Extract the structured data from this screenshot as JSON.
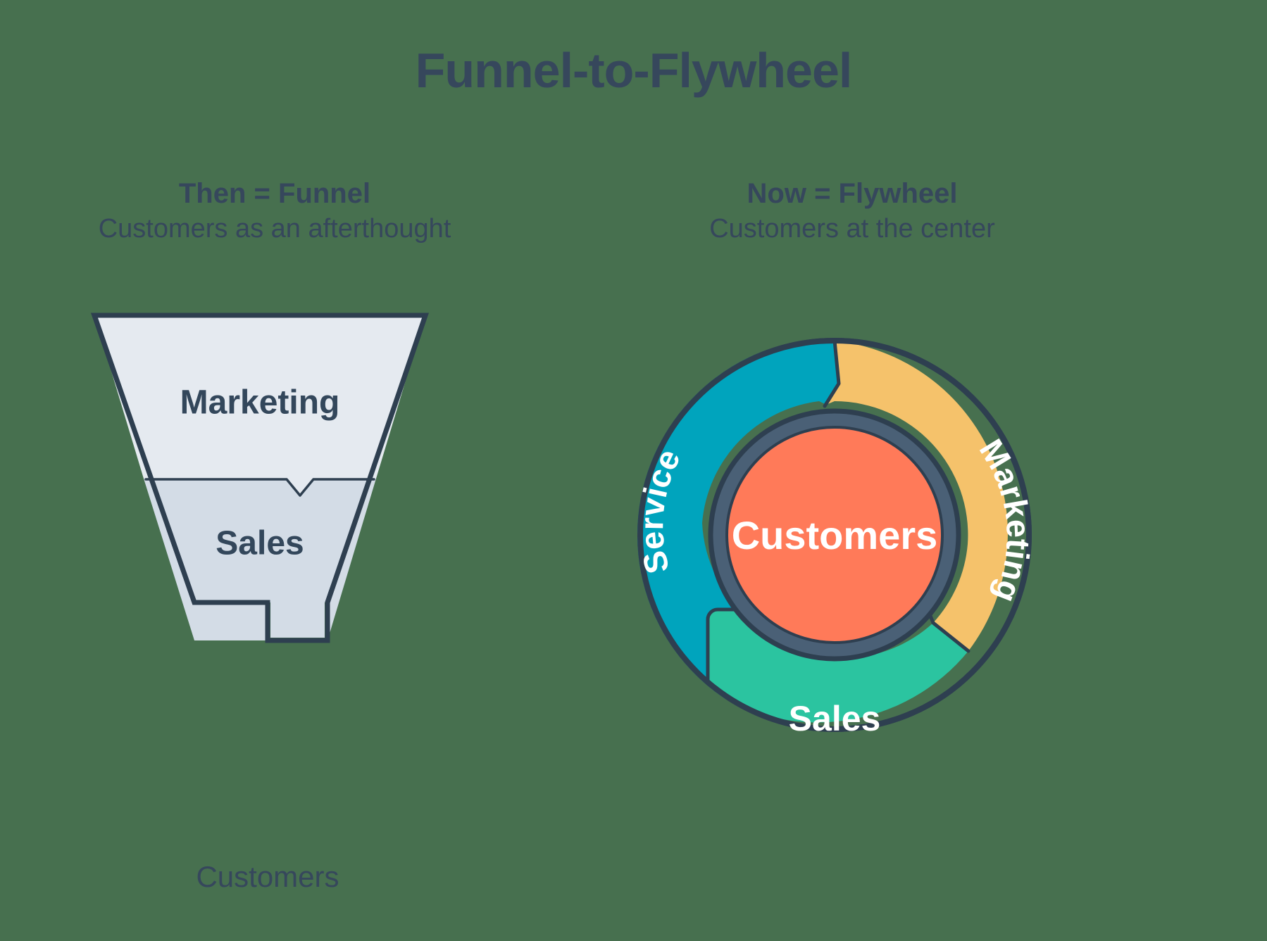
{
  "page": {
    "title": "Funnel-to-Flywheel",
    "background_color": "#47704F",
    "text_color": "#36475C"
  },
  "left_panel": {
    "heading": "Then = Funnel",
    "subheading": "Customers as an afterthought",
    "funnel": {
      "segments": [
        {
          "label": "Marketing",
          "fill": "#E5EAF0"
        },
        {
          "label": "Sales",
          "fill": "#D3DCE6"
        }
      ],
      "outline_color": "#2E3F50",
      "output": {
        "label": "Customers",
        "fill": "#4C6183",
        "outline": "#2E3F50"
      }
    }
  },
  "right_panel": {
    "heading": "Now = Flywheel",
    "subheading": "Customers at the center",
    "flywheel": {
      "outline_color": "#2E3F50",
      "segments": [
        {
          "label": "Marketing",
          "fill": "#F5C26B"
        },
        {
          "label": "Sales",
          "fill": "#2BC4A0"
        },
        {
          "label": "Service",
          "fill": "#00A4BD"
        }
      ],
      "hub": {
        "label": "Customers",
        "fill": "#FF7A59",
        "ring_fill": "#4A6076",
        "ring_outline": "#2E3F50",
        "label_color": "#FFFFFF"
      }
    }
  },
  "chart_data": {
    "type": "diagram",
    "title": "Funnel-to-Flywheel",
    "panels": [
      {
        "name": "Then = Funnel",
        "subtitle": "Customers as an afterthought",
        "shape": "funnel",
        "stages": [
          "Marketing",
          "Sales"
        ],
        "output": "Customers"
      },
      {
        "name": "Now = Flywheel",
        "subtitle": "Customers at the center",
        "shape": "flywheel",
        "stages": [
          "Marketing",
          "Sales",
          "Service"
        ],
        "center": "Customers"
      }
    ]
  }
}
